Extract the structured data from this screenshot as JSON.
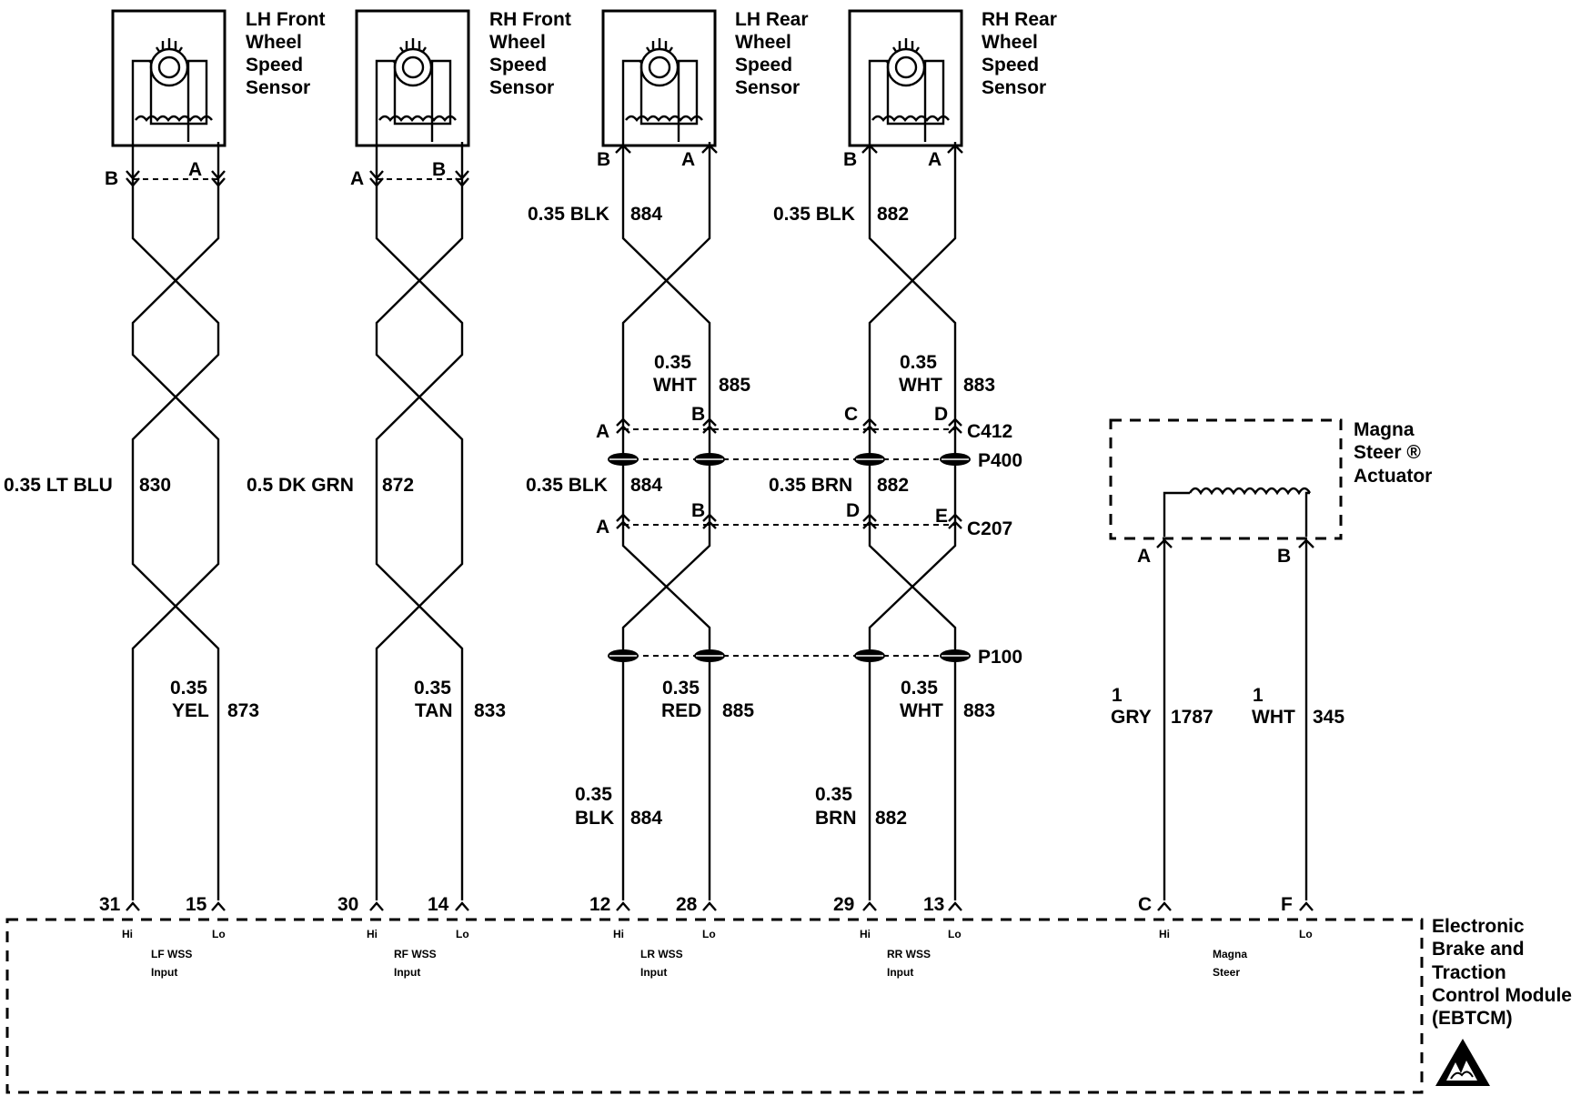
{
  "sensors": {
    "lf": {
      "l1": "LH Front",
      "l2": "Wheel",
      "l3": "Speed",
      "l4": "Sensor",
      "pin_left": "B",
      "pin_right": "A"
    },
    "rf": {
      "l1": "RH Front",
      "l2": "Wheel",
      "l3": "Speed",
      "l4": "Sensor",
      "pin_left": "A",
      "pin_right": "B"
    },
    "lr": {
      "l1": "LH Rear",
      "l2": "Wheel",
      "l3": "Speed",
      "l4": "Sensor",
      "pin_left": "B",
      "pin_right": "A"
    },
    "rr": {
      "l1": "RH Rear",
      "l2": "Wheel",
      "l3": "Speed",
      "l4": "Sensor",
      "pin_left": "B",
      "pin_right": "A"
    }
  },
  "wires": {
    "lf_main": "0.35 LT BLU",
    "lf_main_num": "830",
    "lf_lo_gauge": "0.35",
    "lf_lo_color": "YEL",
    "lf_lo_num": "873",
    "rf_main": "0.5 DK GRN",
    "rf_main_num": "872",
    "rf_lo_gauge": "0.35",
    "rf_lo_color": "TAN",
    "rf_lo_num": "833",
    "lr_top": "0.35 BLK",
    "lr_top_num": "884",
    "lr_wht_gauge": "0.35",
    "lr_wht_color": "WHT",
    "lr_wht_num": "885",
    "lr_mid": "0.35 BLK",
    "lr_mid_num": "884",
    "lr_red_gauge": "0.35",
    "lr_red_color": "RED",
    "lr_red_num": "885",
    "lr_blk_gauge": "0.35",
    "lr_blk_color": "BLK",
    "lr_blk_num": "884",
    "rr_top": "0.35 BLK",
    "rr_top_num": "882",
    "rr_wht_gauge": "0.35",
    "rr_wht_color": "WHT",
    "rr_wht_num": "883",
    "rr_mid": "0.35 BRN",
    "rr_mid_num": "882",
    "rr_wht2_gauge": "0.35",
    "rr_wht2_color": "WHT",
    "rr_wht2_num": "883",
    "rr_brn_gauge": "0.35",
    "rr_brn_color": "BRN",
    "rr_brn_num": "882",
    "ms_a_gauge": "1",
    "ms_a_color": "GRY",
    "ms_a_num": "1787",
    "ms_b_gauge": "1",
    "ms_b_color": "WHT",
    "ms_b_num": "345"
  },
  "connectors": {
    "c412": "C412",
    "c412_a": "A",
    "c412_b": "B",
    "c412_c": "C",
    "c412_d": "D",
    "p400": "P400",
    "c207": "C207",
    "c207_a": "A",
    "c207_b": "B",
    "c207_d": "D",
    "c207_e": "E",
    "p100": "P100"
  },
  "actuator": {
    "l1": "Magna",
    "l2": "Steer ®",
    "l3": "Actuator",
    "pin_a": "A",
    "pin_b": "B"
  },
  "module": {
    "l1": "Electronic",
    "l2": "Brake and",
    "l3": "Traction",
    "l4": "Control Module",
    "l5": "(EBTCM)",
    "pins": [
      "31",
      "15",
      "30",
      "14",
      "12",
      "28",
      "29",
      "13",
      "C",
      "F"
    ],
    "hi": "Hi",
    "lo": "Lo",
    "lf_l1": "LF WSS",
    "lf_l2": "Input",
    "rf_l1": "RF WSS",
    "rf_l2": "Input",
    "lr_l1": "LR WSS",
    "lr_l2": "Input",
    "rr_l1": "RR WSS",
    "rr_l2": "Input",
    "ms_l1": "Magna",
    "ms_l2": "Steer"
  }
}
